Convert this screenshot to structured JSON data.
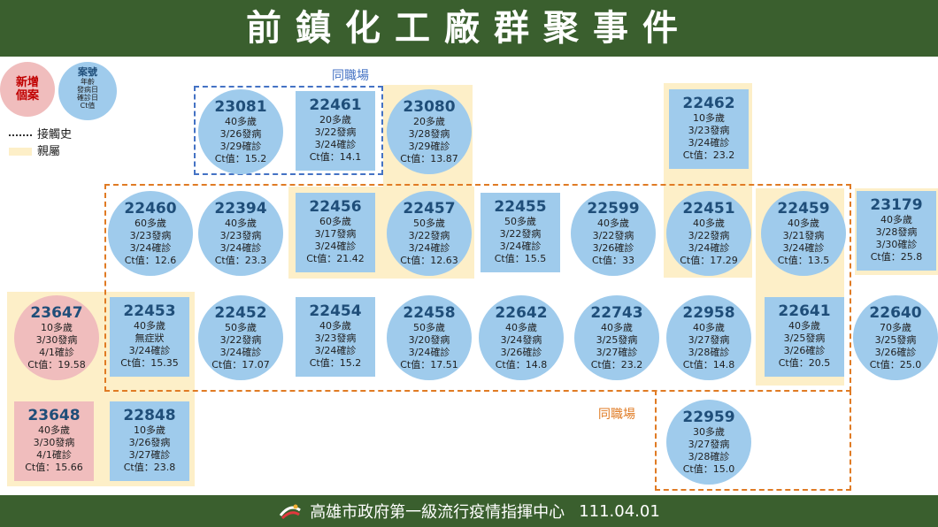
{
  "title": "前鎮化工廠群聚事件",
  "legend": {
    "new_case_line1": "新增",
    "new_case_line2": "個案",
    "case_label": "案號",
    "case_fields": [
      "年齡",
      "發病日",
      "確診日",
      "Ct值"
    ],
    "contact_label": "接觸史",
    "family_label": "親屬"
  },
  "groups": {
    "same_workplace_blue": "同職場",
    "same_workplace_orange": "同職場"
  },
  "cases": [
    {
      "id": "23081",
      "age": "40多歲",
      "onset": "3/26發病",
      "confirm": "3/29確診",
      "ct": "Ct值：15.2"
    },
    {
      "id": "22461",
      "age": "20多歲",
      "onset": "3/22發病",
      "confirm": "3/24確診",
      "ct": "Ct值：14.1"
    },
    {
      "id": "23080",
      "age": "20多歲",
      "onset": "3/28發病",
      "confirm": "3/29確診",
      "ct": "Ct值：13.87"
    },
    {
      "id": "22462",
      "age": "10多歲",
      "onset": "3/23發病",
      "confirm": "3/24確診",
      "ct": "Ct值：23.2"
    },
    {
      "id": "22460",
      "age": "60多歲",
      "onset": "3/23發病",
      "confirm": "3/24確診",
      "ct": "Ct值：12.6"
    },
    {
      "id": "22394",
      "age": "40多歲",
      "onset": "3/23發病",
      "confirm": "3/24確診",
      "ct": "Ct值：23.3"
    },
    {
      "id": "22456",
      "age": "60多歲",
      "onset": "3/17發病",
      "confirm": "3/24確診",
      "ct": "Ct值：21.42"
    },
    {
      "id": "22457",
      "age": "50多歲",
      "onset": "3/22發病",
      "confirm": "3/24確診",
      "ct": "Ct值：12.63"
    },
    {
      "id": "22455",
      "age": "50多歲",
      "onset": "3/22發病",
      "confirm": "3/24確診",
      "ct": "Ct值：15.5"
    },
    {
      "id": "22599",
      "age": "40多歲",
      "onset": "3/22發病",
      "confirm": "3/26確診",
      "ct": "Ct值：33"
    },
    {
      "id": "22451",
      "age": "40多歲",
      "onset": "3/22發病",
      "confirm": "3/24確診",
      "ct": "Ct值：17.29"
    },
    {
      "id": "22459",
      "age": "40多歲",
      "onset": "3/21發病",
      "confirm": "3/24確診",
      "ct": "Ct值：13.5"
    },
    {
      "id": "23179",
      "age": "40多歲",
      "onset": "3/28發病",
      "confirm": "3/30確診",
      "ct": "Ct值：25.8"
    },
    {
      "id": "23647",
      "age": "10多歲",
      "onset": "3/30發病",
      "confirm": "4/1確診",
      "ct": "Ct值：19.58"
    },
    {
      "id": "22453",
      "age": "40多歲",
      "onset": "無症狀",
      "confirm": "3/24確診",
      "ct": "Ct值：15.35"
    },
    {
      "id": "22452",
      "age": "50多歲",
      "onset": "3/22發病",
      "confirm": "3/24確診",
      "ct": "Ct值：17.07"
    },
    {
      "id": "22454",
      "age": "40多歲",
      "onset": "3/23發病",
      "confirm": "3/24確診",
      "ct": "Ct值：15.2"
    },
    {
      "id": "22458",
      "age": "50多歲",
      "onset": "3/20發病",
      "confirm": "3/24確診",
      "ct": "Ct值：17.51"
    },
    {
      "id": "22642",
      "age": "40多歲",
      "onset": "3/24發病",
      "confirm": "3/26確診",
      "ct": "Ct值：14.8"
    },
    {
      "id": "22743",
      "age": "40多歲",
      "onset": "3/25發病",
      "confirm": "3/27確診",
      "ct": "Ct值：23.2"
    },
    {
      "id": "22958",
      "age": "40多歲",
      "onset": "3/27發病",
      "confirm": "3/28確診",
      "ct": "Ct值：14.8"
    },
    {
      "id": "22641",
      "age": "40多歲",
      "onset": "3/25發病",
      "confirm": "3/26確診",
      "ct": "Ct值：20.5"
    },
    {
      "id": "22640",
      "age": "70多歲",
      "onset": "3/25發病",
      "confirm": "3/26確診",
      "ct": "Ct值：25.0"
    },
    {
      "id": "23648",
      "age": "40多歲",
      "onset": "3/30發病",
      "confirm": "4/1確診",
      "ct": "Ct值：15.66"
    },
    {
      "id": "22848",
      "age": "10多歲",
      "onset": "3/26發病",
      "confirm": "3/27確診",
      "ct": "Ct值：23.8"
    },
    {
      "id": "22959",
      "age": "30多歲",
      "onset": "3/27發病",
      "confirm": "3/28確診",
      "ct": "Ct值：15.0"
    }
  ],
  "footer": {
    "org": "高雄市政府第一級流行疫情指揮中心",
    "date": "111.04.01"
  }
}
